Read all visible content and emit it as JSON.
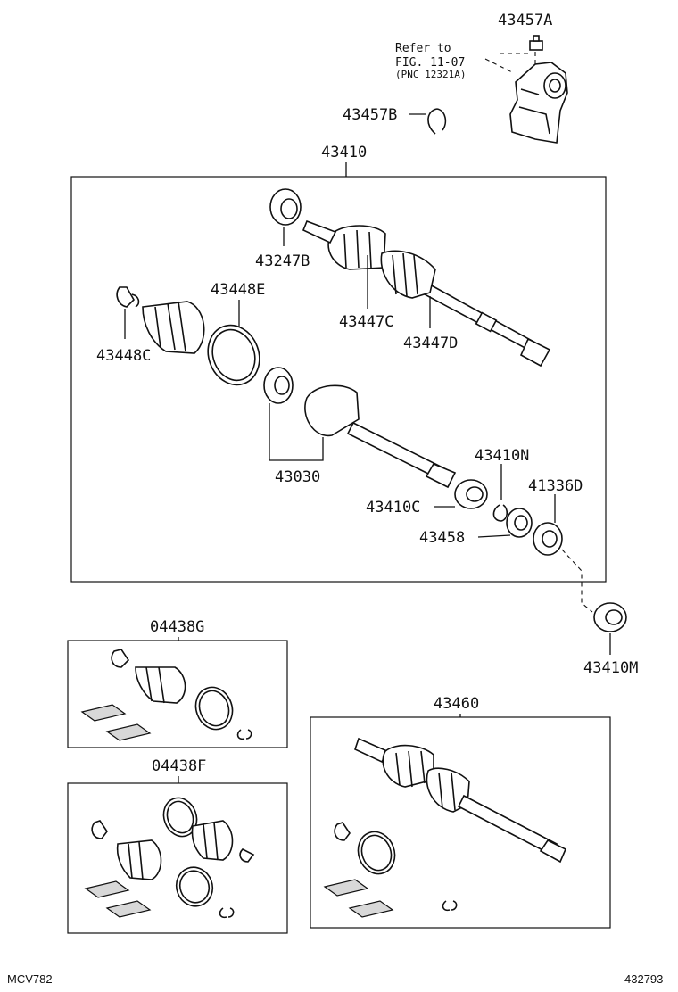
{
  "refer": {
    "line1": "Refer to",
    "line2": "FIG. 11-07",
    "line3": "(PNC 12321A)"
  },
  "parts": {
    "p43457A": "43457A",
    "p43457B": "43457B",
    "p43410": "43410",
    "p43247B": "43247B",
    "p43448E": "43448E",
    "p43448C": "43448C",
    "p43447C": "43447C",
    "p43447D": "43447D",
    "p43030": "43030",
    "p43410N": "43410N",
    "p41336D": "41336D",
    "p43410C": "43410C",
    "p43458": "43458",
    "p43410M": "43410M",
    "p04438G": "04438G",
    "p04438F": "04438F",
    "p43460": "43460"
  },
  "footer": {
    "model": "MCV782",
    "illustration": "432793"
  }
}
